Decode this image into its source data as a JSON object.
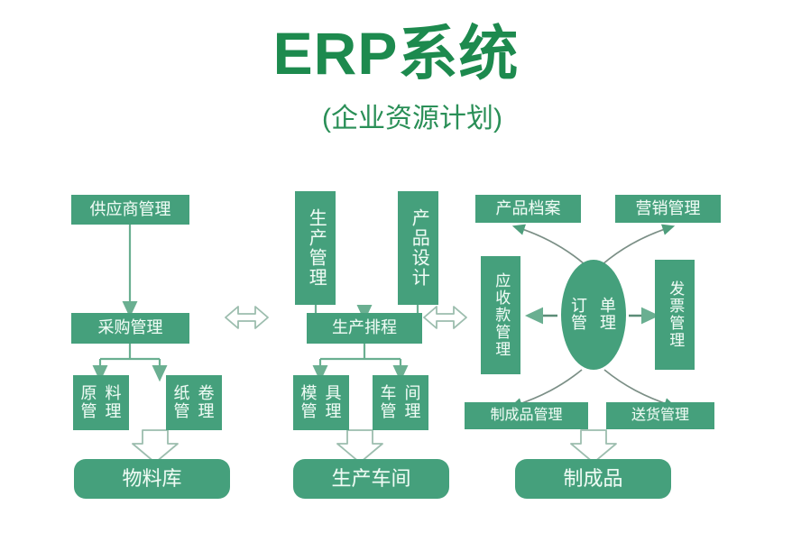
{
  "header": {
    "title": "ERP系统",
    "subtitle": "(企业资源计划)",
    "title_color": "#1d8a4e",
    "subtitle_color": "#2a8f57"
  },
  "theme": {
    "node_fill": "#45a07c",
    "node_text": "#eefbf4",
    "solid_arrow": "#6aaf91",
    "hollow_arrow_stroke": "#9cbdae",
    "hollow_arrow_fill": "#ffffff",
    "curve_stroke": "#7b8f86",
    "background": "#ffffff"
  },
  "diagram": {
    "type": "flowchart",
    "columns": [
      {
        "name": "procurement-column",
        "nodes": [
          "supplier-management",
          "purchase-management",
          "raw-material-management",
          "paper-roll-management",
          "material-warehouse"
        ]
      },
      {
        "name": "production-column",
        "nodes": [
          "production-management",
          "product-design",
          "production-scheduling",
          "mold-management",
          "workshop-management",
          "production-workshop"
        ]
      },
      {
        "name": "order-column",
        "nodes": [
          "product-archive",
          "marketing-management",
          "receivables-management",
          "order-management",
          "invoice-management",
          "finished-goods-management",
          "delivery-management",
          "finished-goods"
        ]
      }
    ],
    "nodes": {
      "supplier_management": "供应商管理",
      "purchase_management": "采购管理",
      "raw_material_management": "原料管理",
      "paper_roll_management": "纸卷管理",
      "material_warehouse": "物料库",
      "production_management": "生产管理",
      "product_design": "产品设计",
      "production_scheduling": "生产排程",
      "mold_management": "模具管理",
      "workshop_management": "车间管理",
      "production_workshop": "生产车间",
      "product_archive": "产品档案",
      "marketing_management": "营销管理",
      "receivables_management": "应收款管理",
      "order_management": "订单管理",
      "invoice_management": "发票管理",
      "finished_goods_management": "制成品管理",
      "delivery_management": "送货管理",
      "finished_goods": "制成品"
    },
    "node_parts": {
      "raw_material_management": [
        "原",
        "料",
        "管",
        "理"
      ],
      "paper_roll_management": [
        "纸",
        "卷",
        "管",
        "理"
      ],
      "mold_management": [
        "模",
        "具",
        "管",
        "理"
      ],
      "workshop_management": [
        "车",
        "间",
        "管",
        "理"
      ],
      "order_management": [
        "订",
        "单",
        "管",
        "理"
      ]
    },
    "connections": [
      {
        "from": "supplier-management",
        "to": "purchase-management",
        "style": "solid-arrow-down"
      },
      {
        "from": "purchase-management",
        "to": "raw-material-management",
        "style": "solid-arrow-down-branch"
      },
      {
        "from": "purchase-management",
        "to": "paper-roll-management",
        "style": "solid-arrow-down-branch"
      },
      {
        "from": "raw-material-management+paper-roll-management",
        "to": "material-warehouse",
        "style": "hollow-arrow-down"
      },
      {
        "from": "production-management",
        "to": "production-scheduling",
        "style": "solid-arrow-down-merge"
      },
      {
        "from": "product-design",
        "to": "production-scheduling",
        "style": "solid-arrow-down-merge"
      },
      {
        "from": "production-scheduling",
        "to": "mold-management",
        "style": "solid-arrow-down-branch"
      },
      {
        "from": "production-scheduling",
        "to": "workshop-management",
        "style": "solid-arrow-down-branch"
      },
      {
        "from": "mold-management+workshop-management",
        "to": "production-workshop",
        "style": "hollow-arrow-down"
      },
      {
        "from": "purchase-management",
        "to": "production-scheduling",
        "style": "hollow-double-arrow-horizontal"
      },
      {
        "from": "production-scheduling",
        "to": "receivables-management",
        "style": "hollow-double-arrow-horizontal"
      },
      {
        "from": "order-management",
        "to": "receivables-management",
        "style": "solid-arrow-left"
      },
      {
        "from": "order-management",
        "to": "invoice-management",
        "style": "solid-arrow-right"
      },
      {
        "from": "order-management",
        "to": "product-archive",
        "style": "curved-arrow-up-left"
      },
      {
        "from": "order-management",
        "to": "marketing-management",
        "style": "curved-arrow-up-right"
      },
      {
        "from": "order-management",
        "to": "finished-goods-management",
        "style": "curved-arrow-down-left"
      },
      {
        "from": "order-management",
        "to": "delivery-management",
        "style": "curved-arrow-down-right"
      },
      {
        "from": "finished-goods-management+delivery-management",
        "to": "finished-goods",
        "style": "hollow-arrow-down"
      }
    ]
  }
}
